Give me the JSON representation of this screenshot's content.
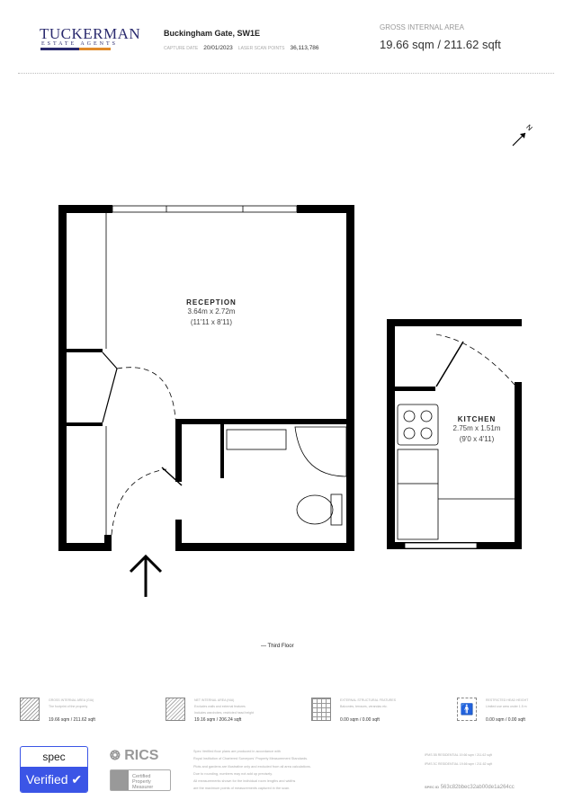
{
  "header": {
    "logo_text": "TUCKERMAN",
    "logo_subtext": "ESTATE AGENTS",
    "address": "Buckingham Gate, SW1E",
    "capture_date_label": "CAPTURE DATE",
    "capture_date": "20/01/2023",
    "scan_points_label": "LASER SCAN POINTS",
    "scan_points": "36,113,786",
    "gia_label": "GROSS INTERNAL AREA",
    "gia_value": "19.66 sqm / 211.62 sqft"
  },
  "plan": {
    "compass_label": "N",
    "rooms": [
      {
        "name": "RECEPTION",
        "metric": "3.64m x 2.72m",
        "imperial": "(11'11 x 8'11)"
      },
      {
        "name": "KITCHEN",
        "metric": "2.75m x 1.51m",
        "imperial": "(9'0 x 4'11)"
      }
    ],
    "floor_label": "— Third Floor"
  },
  "legend": [
    {
      "icon": "hatched-area-icon",
      "title": "GROSS INTERNAL AREA (GIA)",
      "desc": [
        "The footprint of the property"
      ],
      "value": "19.66 sqm / 211.62 sqft"
    },
    {
      "icon": "net-area-icon",
      "title": "NET INTERNAL AREA (NIA)",
      "desc": [
        "Excludes walls and external features",
        "Includes wardrobes, restricted head height"
      ],
      "value": "19.16 sqm / 206.24 sqft"
    },
    {
      "icon": "grid-icon",
      "title": "EXTERNAL STRUCTURAL FEATURES",
      "desc": [
        "Balconies, terraces, verandas etc."
      ],
      "value": "0.00 sqm / 0.00 sqft"
    },
    {
      "icon": "head-height-icon",
      "title": "RESTRICTED HEAD HEIGHT",
      "desc": [
        "Limited use area under 1.5 m"
      ],
      "value": "0.00 sqm / 0.00 sqft"
    }
  ],
  "footer": {
    "spec_logo": "spec",
    "verified": "Verified",
    "rics_logo": "RICS",
    "rics_badge": "Certified Property Measurer",
    "disclaimer": [
      "Spec Verified floor plans are produced in accordance with",
      "Royal Institution of Chartered Surveyors' Property Measurement Standards.",
      "Plots and gardens are illustrative only and excluded from all area calculations.",
      "Due to rounding, numbers may not add up precisely.",
      "All measurements shown for the individual room lengths and widths",
      "are the maximum points of measurements captured in the scan."
    ],
    "ipms": [
      "IPMS 3B RESIDENTIAL    19.66 sqm / 211.62 sqft",
      "IPMS 3C RESIDENTIAL    19.66 sqm / 211.62 sqft"
    ],
    "spec_id_label": "SPEC ID",
    "spec_id": "563c82bbec32ab00de1a264cc"
  }
}
